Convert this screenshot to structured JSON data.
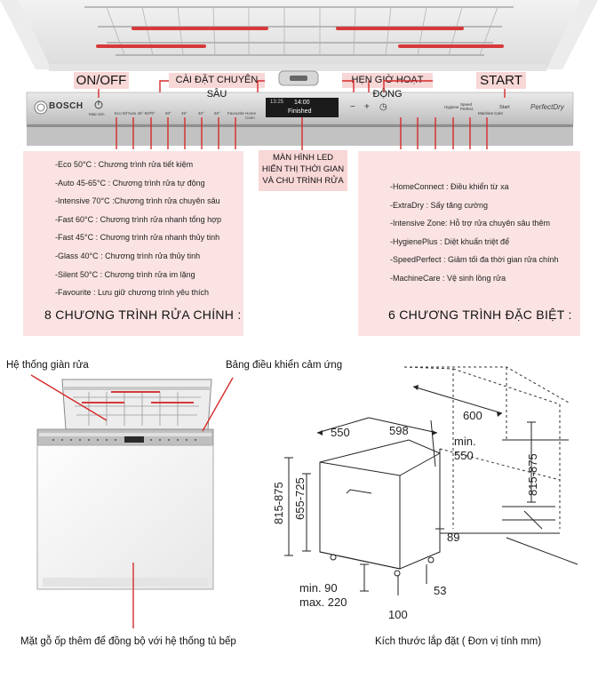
{
  "top_labels": {
    "onoff": "ON/OFF",
    "advanced_settings": "CÀI ĐẶT CHUYÊN SÂU",
    "timer": "HẸN GIỜ HOẠT ĐỘNG",
    "start": "START"
  },
  "panel": {
    "brand": "BOSCH",
    "brand_right": "PerfectDry",
    "buttons_left": [
      "Main Ein",
      "Eco 50°",
      "Auto 45°-65°",
      "70°",
      "60°",
      "45°",
      "40°",
      "50°",
      "Favourite",
      "Home Conn"
    ],
    "display_time": "14:00",
    "display_left": "13:25",
    "display_status": "Finished",
    "buttons_right": [
      "−",
      "+",
      "◷",
      "",
      "",
      "Hygiene",
      "Speed Perfect",
      "Machine Care",
      "Start"
    ]
  },
  "led_label": {
    "line1": "MÀN HÌNH LED",
    "line2": "HIỂN THỊ THỜI GIAN",
    "line3": "VÀ CHU TRÌNH RỬA"
  },
  "programs_main": {
    "items": [
      "-Eco 50°C : Chương trình rửa tiết kiệm",
      "-Auto 45-65°C : Chương trình rửa tự động",
      "-Intensive 70°C :Chương trình rửa chuyên sâu",
      "-Fast 60°C  : Chương trình rửa nhanh tổng hợp",
      "-Fast 45°C  : Chương trình rửa nhanh thủy tinh",
      "-Glass 40°C  : Chương trình rửa thủy tinh",
      "-Silent 50°C  : Chương trình rửa im lặng",
      "-Favourite : Lưu giữ chương trình yêu thích"
    ],
    "title": "8 CHƯƠNG TRÌNH RỬA CHÍNH :"
  },
  "programs_special": {
    "items": [
      "-HomeConnect : Điều khiển từ xa",
      "-ExtraDry : Sấy tăng cường",
      "-Intensive Zone: Hỗ trợ rửa chuyên sâu thêm",
      "-HygienePlus : Diệt khuẩn triệt để",
      "-SpeedPerfect : Giảm tối đa thời gian rửa chính",
      "-MachineCare : Vệ sinh lồng rửa"
    ],
    "title": "6 CHƯƠNG TRÌNH ĐẶC BIỆT :"
  },
  "callouts": {
    "rack": "Hệ thống giàn rửa",
    "touch_panel": "Bảng điều khiển cảm ứng",
    "wood_panel": "Mặt gỗ ốp thêm để đồng bộ với hệ thống tủ bếp",
    "install_caption": "Kích thước lắp đặt ( Đơn vị tính mm)"
  },
  "dimensions": {
    "d550": "550",
    "d598": "598",
    "d600": "600",
    "min550_1": "min.",
    "min550_2": "550",
    "h815_875_left": "815-875",
    "h655_725": "655-725",
    "h815_875_right": "815-875",
    "d89": "89",
    "min90": "min. 90",
    "max220": "max. 220",
    "d53": "53",
    "d100": "100"
  },
  "colors": {
    "accent_red": "#d62b2b",
    "label_bg": "#f8d7d7",
    "box_bg": "#fbe3e3",
    "panel_grey": "#c9c9c9"
  }
}
